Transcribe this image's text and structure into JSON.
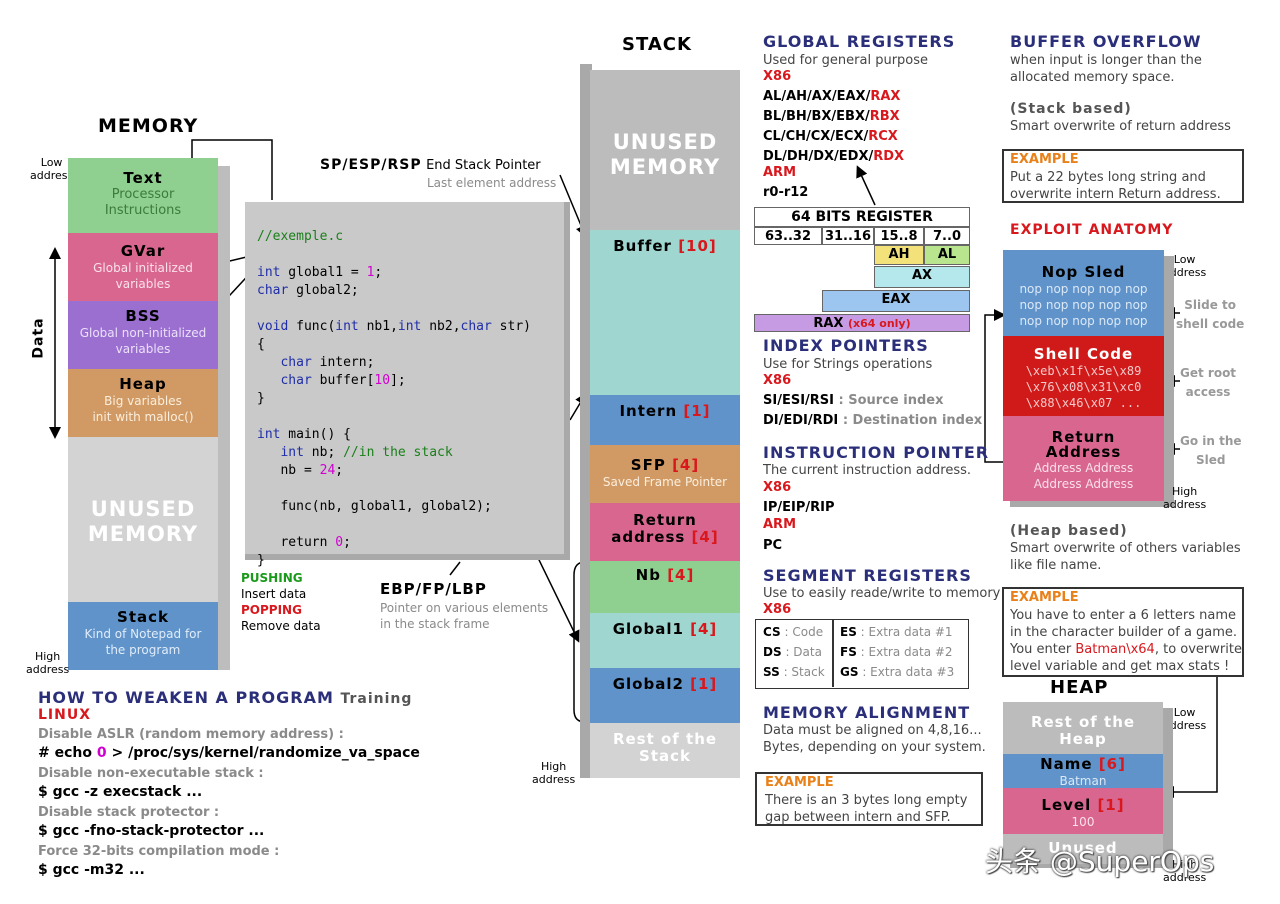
{
  "memory": {
    "title": "MEMORY",
    "low_address": "Low\naddress",
    "high_address": "High\naddress",
    "data_label": "Data",
    "text_title": "Text",
    "text_desc": "Processor\nInstructions",
    "gvar_title": "GVar",
    "gvar_desc": "Global initialized\nvariables",
    "bss_title": "BSS",
    "bss_desc": "Global non-initialized\nvariables",
    "heap_title": "Heap",
    "heap_desc": "Big variables\ninit with malloc()",
    "unused_title": "UNUSED\nMEMORY",
    "stack_title": "Stack",
    "stack_desc": "Kind of Notepad for\nthe program"
  },
  "code": {
    "lines": [
      "//exemple.c",
      "",
      "int global1 = 1;",
      "char global2;",
      "",
      "void func(int nb1,int nb2,char str)",
      "{",
      "   char intern;",
      "   char buffer[10];",
      "}",
      "",
      "int main() {",
      "   int nb; //in the stack",
      "   nb = 24;",
      "",
      "   func(nb, global1, global2);",
      "",
      "   return 0;",
      "}"
    ]
  },
  "push_pop": {
    "pushing": "PUSHING",
    "insert": "Insert data",
    "popping": "POPPING",
    "remove": "Remove data"
  },
  "sp": {
    "label": "SP/ESP/RSP",
    "desc": "End Stack Pointer",
    "sub": "Last element address"
  },
  "ebp": {
    "label": "EBP/FP/LBP",
    "sub": "Pointer on various elements\nin the stack frame"
  },
  "stack": {
    "title": "STACK",
    "unused": "UNUSED\nMEMORY",
    "buffer": "Buffer",
    "buffer_size": "[10]",
    "intern": "Intern",
    "intern_size": "[1]",
    "sfp": "SFP",
    "sfp_size": "[4]",
    "sfp_desc": "Saved Frame Pointer",
    "ret": "Return\naddress",
    "ret_size": "[4]",
    "nb": "Nb",
    "nb_size": "[4]",
    "g1": "Global1",
    "g1_size": "[4]",
    "g2": "Global2",
    "g2_size": "[1]",
    "rest": "Rest of the\nStack",
    "high_address": "High\naddress"
  },
  "global_registers": {
    "title": "GLOBAL REGISTERS",
    "desc": "Used for general purpose",
    "x86": "X86",
    "rows": [
      {
        "a": "AL/AH/AX/EAX/",
        "b": "RAX"
      },
      {
        "a": "BL/BH/BX/EBX/",
        "b": "RBX"
      },
      {
        "a": "CL/CH/CX/ECX/",
        "b": "RCX"
      },
      {
        "a": "DL/DH/DX/EDX/",
        "b": "RDX"
      }
    ],
    "arm": "ARM",
    "arm_regs": "r0-r12"
  },
  "bits64": {
    "title": "64 BITS REGISTER",
    "c1": "63..32",
    "c2": "31..16",
    "c3": "15..8",
    "c4": "7..0",
    "ah": "AH",
    "al": "AL",
    "ax": "AX",
    "eax": "EAX",
    "rax": "RAX",
    "rax_note": "(x64 only)"
  },
  "index_pointers": {
    "title": "INDEX POINTERS",
    "desc": "Use for Strings operations",
    "x86": "X86",
    "si": "SI/ESI/RSI",
    "si_desc": ": Source index",
    "di": "DI/EDI/RDI",
    "di_desc": ": Destination index"
  },
  "instruction_pointer": {
    "title": "INSTRUCTION POINTER",
    "desc": "The current instruction address.",
    "x86": "X86",
    "x86_regs": "IP/EIP/RIP",
    "arm": "ARM",
    "arm_regs": "PC"
  },
  "segment_registers": {
    "title": "SEGMENT REGISTERS",
    "desc": "Use to easily reade/write to memory",
    "x86": "X86",
    "left": [
      {
        "k": "CS",
        "v": ": Code"
      },
      {
        "k": "DS",
        "v": ": Data"
      },
      {
        "k": "SS",
        "v": ": Stack"
      }
    ],
    "right": [
      {
        "k": "ES",
        "v": ": Extra data #1"
      },
      {
        "k": "FS",
        "v": ": Extra data #2"
      },
      {
        "k": "GS",
        "v": ": Extra data #3"
      }
    ]
  },
  "memory_alignment": {
    "title": "MEMORY ALIGNMENT",
    "desc": "Data must be aligned on 4,8,16...\nBytes, depending on your system.",
    "example_label": "EXAMPLE",
    "example": "There is an 3 bytes long empty\ngap between intern and SFP."
  },
  "buffer_overflow": {
    "title": "BUFFER OVERFLOW",
    "desc": "when input is longer than the\nallocated memory space.",
    "stack_based": "(Stack based)",
    "stack_based_desc": "Smart overwrite of return address",
    "example_label": "EXAMPLE",
    "example": "Put a 22 bytes long string and\noverwrite intern Return address."
  },
  "exploit": {
    "title": "EXPLOIT ANATOMY",
    "low_address": "Low\naddress",
    "high_address": "High\naddress",
    "nop_title": "Nop Sled",
    "nop_body": "nop nop nop nop nop\nnop nop nop nop nop\nnop nop nop nop nop",
    "shell_title": "Shell Code",
    "shell_body": "\\xeb\\x1f\\x5e\\x89\n\\x76\\x08\\x31\\xc0\n\\x88\\x46\\x07 ...",
    "ret_title": "Return\nAddress",
    "ret_body": "Address Address\nAddress Address",
    "slide": "Slide to\nshell code",
    "root": "Get root\naccess",
    "goin": "Go in the\nSled"
  },
  "heap_based": {
    "title": "(Heap based)",
    "desc": "Smart overwrite of others variables\nlike file name.",
    "example_label": "EXAMPLE",
    "ex1": "You have to enter a 6 letters name\nin the character builder of a game.\nYou enter ",
    "ex_red": "Batman\\x64",
    "ex2": ", to overwrite\nlevel variable and get max stats !"
  },
  "heap": {
    "title": "HEAP",
    "low_address": "Low\naddress",
    "high_address": "High\naddress",
    "rest": "Rest of the\nHeap",
    "name": "Name",
    "name_size": "[6]",
    "name_val": "Batman",
    "level": "Level",
    "level_size": "[1]",
    "level_val": "100",
    "unused": "Unused"
  },
  "weaken": {
    "title": "HOW TO WEAKEN A PROGRAM",
    "title_suffix": "Training",
    "linux": "LINUX",
    "l1": "Disable ASLR (random memory address) :",
    "c1a": "# echo ",
    "c1b": "0",
    "c1c": " > /proc/sys/kernel/randomize_va_space",
    "l2": "Disable non-executable stack :",
    "c2": "$ gcc -z execstack ...",
    "l3": "Disable stack protector :",
    "c3": "$ gcc -fno-stack-protector ...",
    "l4": "Force 32-bits compilation mode :",
    "c4": "$ gcc -m32 ..."
  },
  "watermark": "头条 @SuperOps",
  "colors": {
    "navy": "#2b2f7a",
    "red": "#d8181d",
    "orange": "#e8811a",
    "text_green": "#8fcf8f",
    "gvar_pink": "#d9668f",
    "bss_purple": "#9a6fd0",
    "heap_brown": "#d19a64",
    "stack_blue": "#5f93c9",
    "teal": "#9fd6cf"
  }
}
